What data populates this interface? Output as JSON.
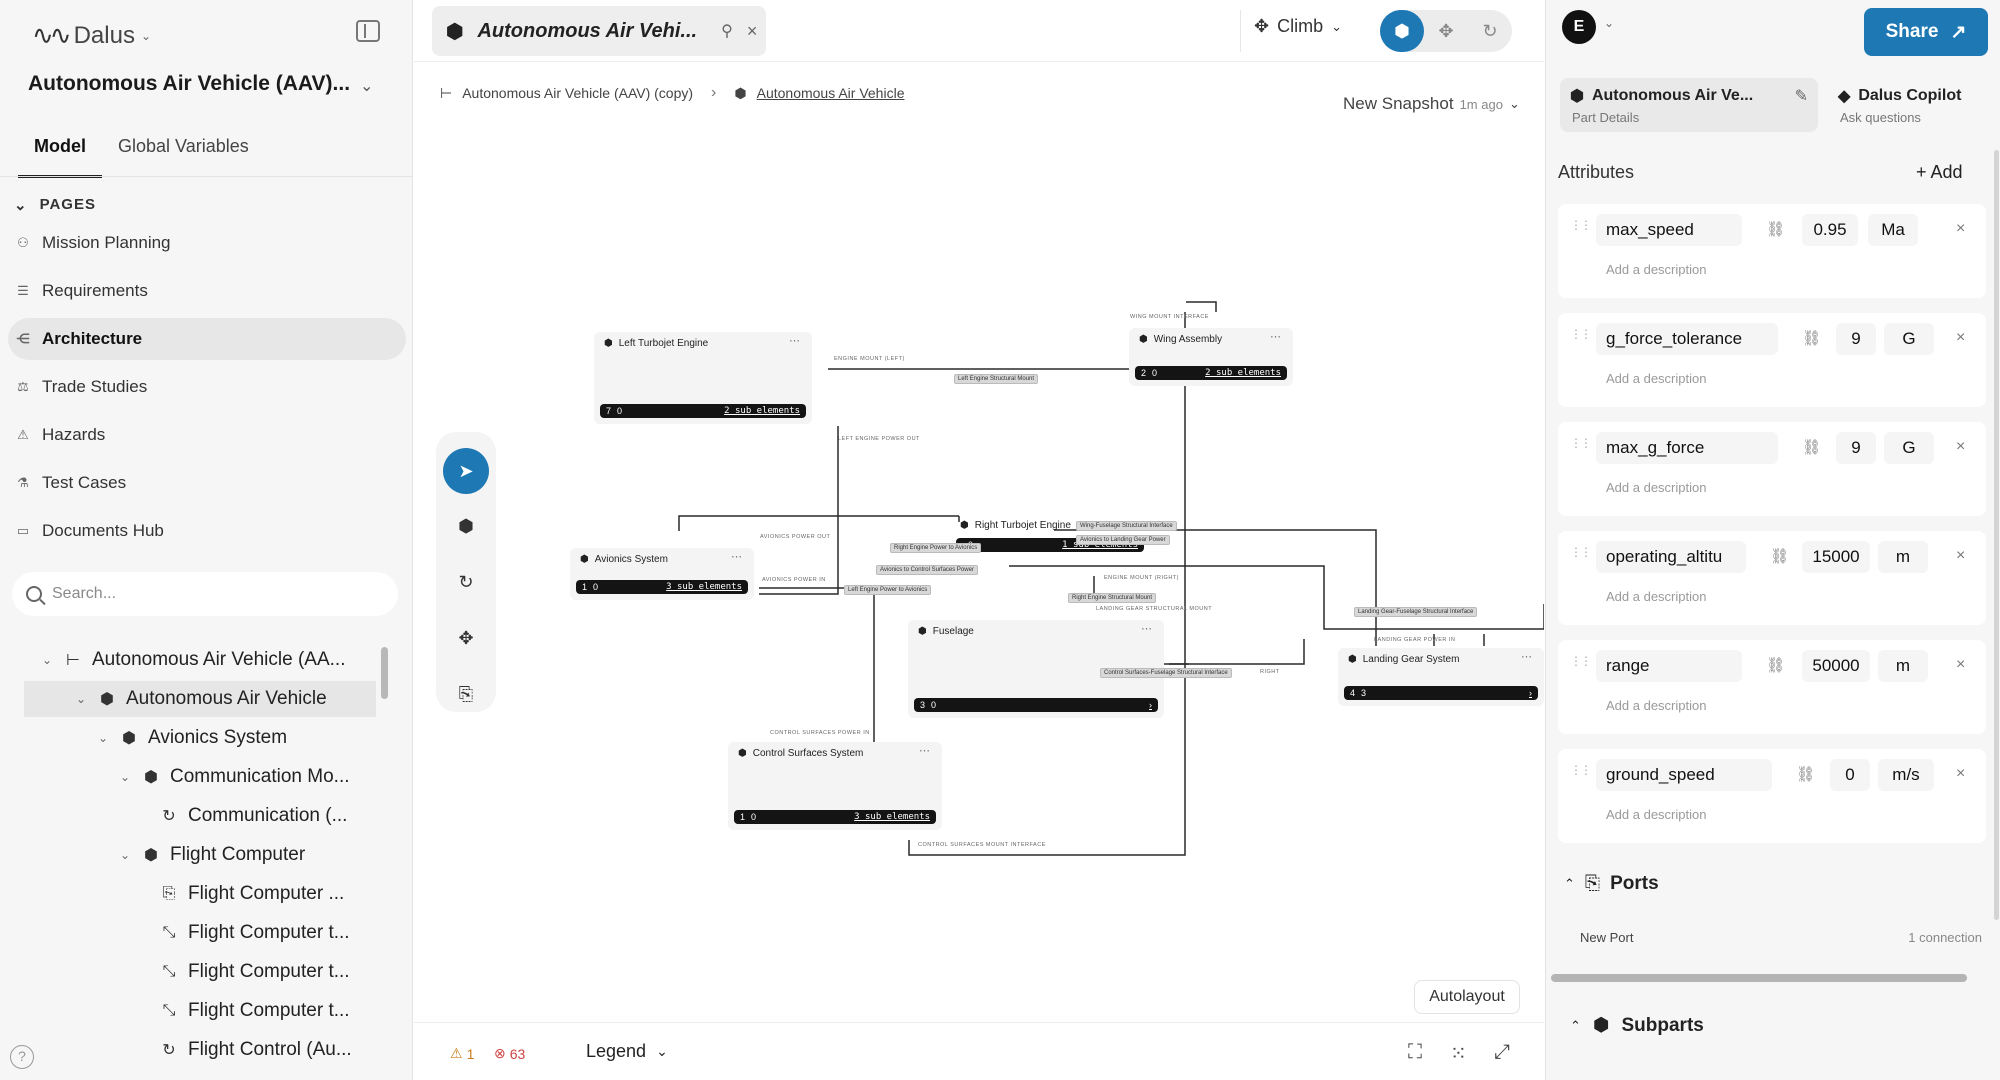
{
  "sidebar": {
    "logo_text": "Dalus",
    "project_title": "Autonomous Air Vehicle (AAV)...",
    "tabs": [
      "Model",
      "Global Variables"
    ],
    "pages_header": "PAGES",
    "pages": [
      "Mission Planning",
      "Requirements",
      "Architecture",
      "Trade Studies",
      "Hazards",
      "Test Cases",
      "Documents Hub"
    ],
    "active_page": "Architecture",
    "search_placeholder": "Search...",
    "tree": [
      {
        "label": "Autonomous Air Vehicle (AA...",
        "icon": "hierarchy-icon"
      },
      {
        "label": "Autonomous Air Vehicle",
        "icon": "cube-icon",
        "selected": true
      },
      {
        "label": "Avionics System",
        "icon": "cube-icon"
      },
      {
        "label": "Communication Mo...",
        "icon": "cube-icon"
      },
      {
        "label": "Communication (...",
        "icon": "refresh-icon"
      },
      {
        "label": "Flight Computer",
        "icon": "cube-icon"
      },
      {
        "label": "Flight Computer ...",
        "icon": "port-icon"
      },
      {
        "label": "Flight Computer t...",
        "icon": "link-icon"
      },
      {
        "label": "Flight Computer t...",
        "icon": "link-icon"
      },
      {
        "label": "Flight Computer t...",
        "icon": "link-icon"
      },
      {
        "label": "Flight Control (Au...",
        "icon": "refresh-icon"
      }
    ]
  },
  "tabbar": {
    "doc_tab_title": "Autonomous Air Vehi...",
    "climb_label": "Climb"
  },
  "breadcrumb": {
    "root": "Autonomous Air Vehicle (AAV) (copy)",
    "current": "Autonomous Air Vehicle"
  },
  "snapshot": {
    "label": "New Snapshot",
    "ago": "1m ago"
  },
  "canvas": {
    "nodes": {
      "left_engine": {
        "title": "Left Turbojet Engine",
        "c1": "7",
        "c2": "0",
        "sub": "2 sub elements"
      },
      "wing": {
        "title": "Wing Assembly",
        "c1": "2",
        "c2": "0",
        "sub": "2 sub elements"
      },
      "right_engine": {
        "title": "Right Turbojet Engine",
        "c1": "",
        "c2": "0",
        "sub": "1 sub elements"
      },
      "avionics": {
        "title": "Avionics System",
        "c1": "1",
        "c2": "0",
        "sub": "3 sub elements"
      },
      "fuselage": {
        "title": "Fuselage",
        "c1": "3",
        "c2": "0",
        "sub": ""
      },
      "landing_gear": {
        "title": "Landing Gear System",
        "c1": "4",
        "c2": "3",
        "sub": ""
      },
      "control_surfaces": {
        "title": "Control Surfaces System",
        "c1": "1",
        "c2": "0",
        "sub": "3 sub elements"
      }
    },
    "edge_labels": {
      "left_engine_mount": "Left Engine Structural Mount",
      "wing_fuselage_interface": "Wing-Fuselage Structural Interface",
      "avionics_landing_gear": "Avionics to Landing Gear Power",
      "right_engine_avionics": "Right Engine Power to Avionics",
      "avionics_control_surfaces": "Avionics to Control Surfaces Power",
      "left_engine_avionics": "Left Engine Power to Avionics",
      "right_engine_mount": "Right Engine Structural Mount",
      "landing_gear_fuselage": "Landing Gear-Fuselage Structural Interface",
      "control_surfaces_fuselage": "Control Surfaces-Fuselage Structural Interface"
    },
    "port_texts": {
      "wing_mount": "WING MOUNT INTERFACE",
      "engine_mount_left": "ENGINE MOUNT (LEFT)",
      "left_power_out": "LEFT ENGINE POWER OUT",
      "avionics_power_out": "AVIONICS POWER OUT",
      "avionics_power_in": "AVIONICS POWER IN",
      "engine_mount_right": "ENGINE MOUNT (RIGHT)",
      "landing_gear_mount": "LANDING GEAR STRUCTURAL MOUNT",
      "control_power_in": "CONTROL SURFACES POWER IN",
      "control_mount": "CONTROL SURFACES MOUNT INTERFACE",
      "landing_gear_power": "LANDING GEAR POWER IN",
      "right": "RIGHT"
    },
    "autolayout_label": "Autolayout"
  },
  "bottombar": {
    "warnings": "1",
    "errors": "63",
    "legend_label": "Legend"
  },
  "right_panel": {
    "avatar_letter": "E",
    "share_label": "Share",
    "tabs": [
      {
        "title": "Autonomous Air Ve...",
        "subtitle": "Part Details"
      },
      {
        "title": "Dalus Copilot",
        "subtitle": "Ask questions"
      }
    ],
    "attributes_header": "Attributes",
    "add_label": "Add",
    "description_placeholder": "Add a description",
    "attributes": [
      {
        "name": "max_speed",
        "value": "0.95",
        "unit": "Ma"
      },
      {
        "name": "g_force_tolerance",
        "value": "9",
        "unit": "G"
      },
      {
        "name": "max_g_force",
        "value": "9",
        "unit": "G"
      },
      {
        "name": "operating_altitu",
        "value": "15000",
        "unit": "m"
      },
      {
        "name": "range",
        "value": "50000",
        "unit": "m"
      },
      {
        "name": "ground_speed",
        "value": "0",
        "unit": "m/s"
      }
    ],
    "ports_header": "Ports",
    "ports": [
      {
        "name": "New Port",
        "connections": "1 connection"
      }
    ],
    "subparts_header": "Subparts"
  },
  "colors": {
    "accent": "#1d78b4",
    "sidebar_bg": "#f6f6f6",
    "node_bg": "#f4f4f4",
    "node_bar": "#141414",
    "edge": "#2a2a2a"
  }
}
